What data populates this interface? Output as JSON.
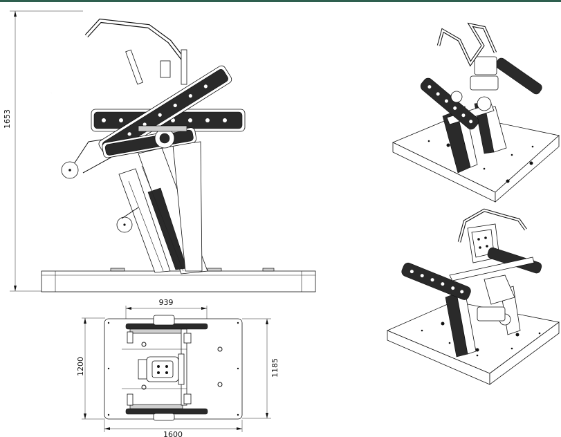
{
  "drawing": {
    "colors": {
      "top_rule": "#2e5f4f",
      "line": "#111111",
      "dark_fill": "#2a2a2a"
    },
    "dimensions": {
      "height_side": "1653",
      "rail_span": "939",
      "base_depth": "1200",
      "inner_depth": "1185",
      "base_width": "1600"
    }
  }
}
